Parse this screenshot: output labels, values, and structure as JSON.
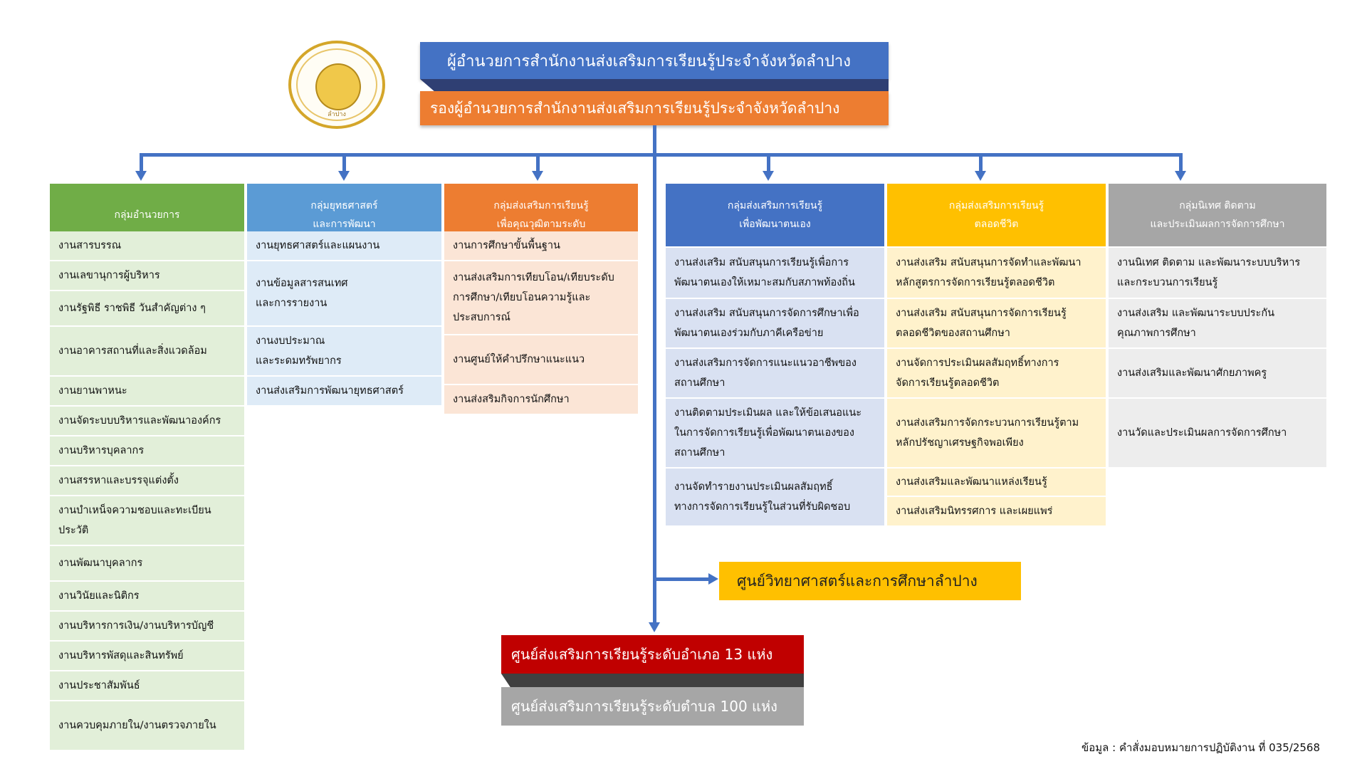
{
  "emblem": {
    "name": "department-of-learning-encouragement-emblem",
    "text": "ลำปาง"
  },
  "director": "ผู้อำนวยการสำนักงานส่งเสริมการเรียนรู้ประจำจังหวัดลำปาง",
  "deputy": "รองผู้อำนวยการสำนักงานส่งเสริมการเรียนรู้ประจำจังหวัดลำปาง",
  "colors": {
    "connector": "#4472c4",
    "admin": "#70ad47",
    "strategy": "#5b9bd5",
    "quality": "#ed7d31",
    "selfdev": "#4472c4",
    "lifelong": "#ffc000",
    "supervision": "#a6a6a6"
  },
  "groups": [
    {
      "key": "admin",
      "title": "กลุ่มอำนวยการ",
      "items": [
        "งานสารบรรณ",
        "งานเลขานุการผู้บริหาร",
        "งานรัฐพิธี ราชพิธี วันสำคัญต่าง ๆ",
        "งานอาคารสถานที่และสิ่งแวดล้อม",
        "งานยานพาหนะ",
        "งานจัดระบบบริหารและพัฒนาองค์กร",
        "งานบริหารบุคลากร",
        "งานสรรหาและบรรจุแต่งตั้ง",
        "งานบำเหน็จความชอบและทะเบียน\nประวัติ",
        "งานพัฒนาบุคลากร",
        "งานวินัยและนิติกร",
        "งานบริหารการเงิน/งานบริหารบัญชี",
        "งานบริหารพัสดุและสินทรัพย์",
        "งานประชาสัมพันธ์",
        "งานควบคุมภายใน/งานตรวจภายใน"
      ]
    },
    {
      "key": "strategy",
      "title": "กลุ่มยุทธศาสตร์\nและการพัฒนา",
      "items": [
        "งานยุทธศาสตร์และแผนงาน",
        "งานข้อมูลสารสนเทศ\nและการรายงาน",
        "งานงบประมาณ\nและระดมทรัพยากร",
        "งานส่งเสริมการพัฒนายุทธศาสตร์"
      ]
    },
    {
      "key": "quality",
      "title": "กลุ่มส่งเสริมการเรียนรู้\nเพื่อคุณวุฒิตามระดับ",
      "items": [
        "งานการศึกษาขั้นพื้นฐาน",
        "งานส่งเสริมการเทียบโอน/เทียบระดับ\nการศึกษา/เทียบโอนความรู้และ\nประสบการณ์",
        "งานศูนย์ให้คำปรึกษาแนะแนว",
        "งานส่งสริมกิจการนักศึกษา"
      ]
    },
    {
      "key": "selfdev",
      "title": "กลุ่มส่งเสริมการเรียนรู้\nเพื่อพัฒนาตนเอง",
      "items": [
        "งานส่งเสริม สนับสนุนการเรียนรู้เพื่อการ\nพัฒนาตนเองให้เหมาะสมกับสภาพท้องถิ่น",
        "งานส่งเสริม สนับสนุนการจัดการศึกษาเพื่อ\nพัฒนาตนเองร่วมกับภาคีเครือข่าย",
        "งานส่งเสริมการจัดการแนะแนวอาชีพของ\nสถานศึกษา",
        "งานติดตามประเมินผล และให้ข้อเสนอแนะ\nในการจัดการเรียนรู้เพื่อพัฒนาตนเองของ\nสถานศึกษา",
        "งานจัดทำรายงานประเมินผลสัมฤทธิ์\nทางการจัดการเรียนรู้ในส่วนที่รับผิดชอบ"
      ]
    },
    {
      "key": "lifelong",
      "title": "กลุ่มส่งเสริมการเรียนรู้\nตลอดชีวิต",
      "items": [
        "งานส่งเสริม สนับสนุนการจัดทำและพัฒนา\nหลักสูตรการจัดการเรียนรู้ตลอดชีวิต",
        "งานส่งเสริม สนับสนุนการจัดการเรียนรู้\nตลอดชีวิตของสถานศึกษา",
        "งานจัดการประเมินผลสัมฤทธิ์ทางการ\nจัดการเรียนรู้ตลอดชีวิต",
        "งานส่งเสริมการจัดกระบวนการเรียนรู้ตาม\nหลักปรัชญาเศรษฐกิจพอเพียง",
        "งานส่งเสริมและพัฒนาแหล่งเรียนรู้",
        "งานส่งเสริมนิทรรศการ และเผยแพร่"
      ]
    },
    {
      "key": "supervision",
      "title": "กลุ่มนิเทศ ติดตาม\nและประเมินผลการจัดการศึกษา",
      "items": [
        "งานนิเทศ ติดตาม และพัฒนาระบบบริหาร\nและกระบวนการเรียนรู้",
        "งานส่งเสริม และพัฒนาระบบประกัน\nคุณภาพการศึกษา",
        "งานส่งเสริมและพัฒนาศักยภาพครู",
        "งานวัดและประเมินผลการจัดการศึกษา"
      ]
    }
  ],
  "science_center": "ศูนย์วิทยาศาสตร์และการศึกษาลำปาง",
  "district_centers": "ศูนย์ส่งเสริมการเรียนรู้ระดับอำเภอ 13 แห่ง",
  "subdistrict_centers": "ศูนย์ส่งเสริมการเรียนรู้ระดับตำบล 100 แห่ง",
  "source": "ข้อมูล : คำสั่งมอบหมายการปฏิบัติงาน ที่ 035/2568"
}
